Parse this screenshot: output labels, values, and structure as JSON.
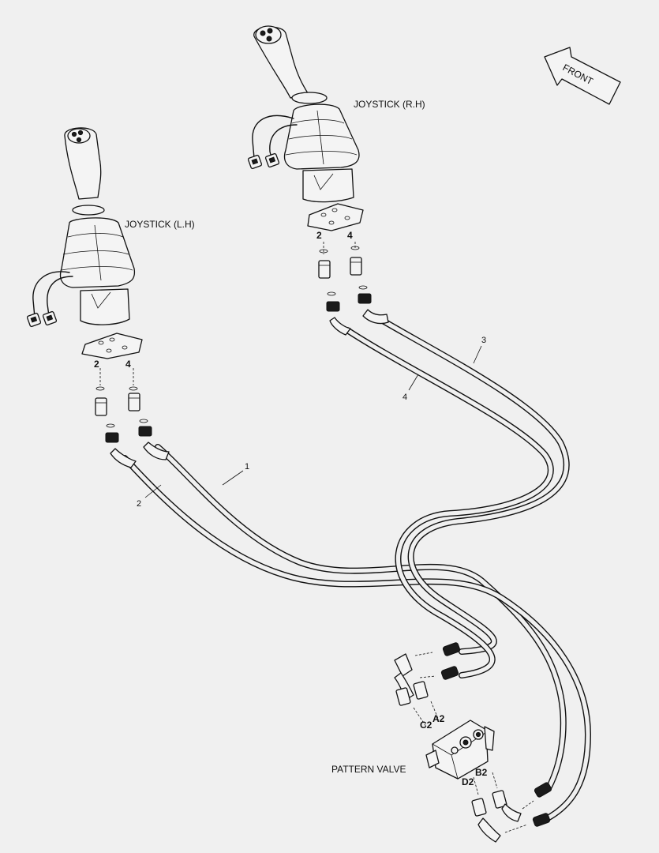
{
  "labels": {
    "joystick_lh": "JOYSTICK (L.H)",
    "joystick_rh": "JOYSTICK (R.H)",
    "pattern_valve": "PATTERN VALVE",
    "front": "FRONT"
  },
  "ports": {
    "lh_left": "2",
    "lh_right": "4",
    "rh_left": "2",
    "rh_right": "4",
    "a2": "A2",
    "c2": "C2",
    "b2": "B2",
    "d2": "D2"
  },
  "hose_callouts": {
    "hose_1": "1",
    "hose_2": "2",
    "hose_3": "3",
    "hose_4": "4"
  }
}
